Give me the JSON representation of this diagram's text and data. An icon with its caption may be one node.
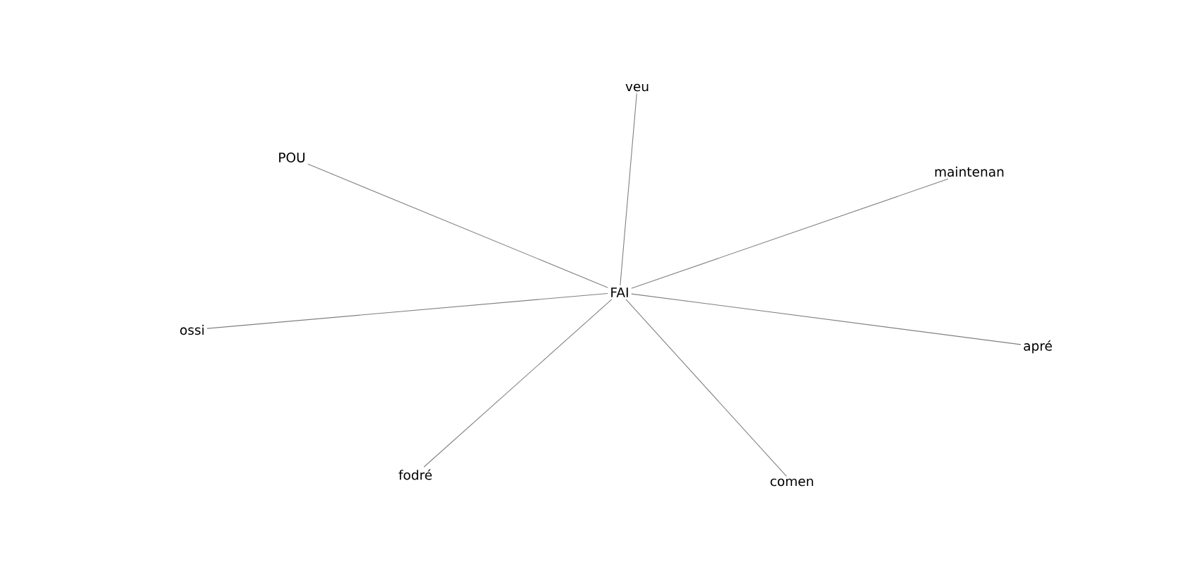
{
  "diagram": {
    "nodes": [
      {
        "text": [
          "veu"
        ]
      },
      {
        "text": [
          "POU"
        ]
      },
      {
        "text": [
          "maintenan"
        ]
      },
      {
        "text": [
          "FAI"
        ]
      },
      {
        "text": [
          "ossi"
        ]
      },
      {
        "text": [
          "apré"
        ]
      },
      {
        "text": [
          "fodré"
        ]
      },
      {
        "text": [
          "comen"
        ]
      }
    ],
    "edges": [
      {
        "from": 3,
        "to": 0,
        "arrow": "none"
      },
      {
        "from": 3,
        "to": 1,
        "arrow": "none"
      },
      {
        "from": 3,
        "to": 2,
        "arrow": "none"
      },
      {
        "from": 3,
        "to": 4,
        "arrow": "none"
      },
      {
        "from": 3,
        "to": 5,
        "arrow": "none"
      },
      {
        "from": 3,
        "to": 6,
        "arrow": "none"
      },
      {
        "from": 3,
        "to": 7,
        "arrow": "none"
      }
    ]
  }
}
